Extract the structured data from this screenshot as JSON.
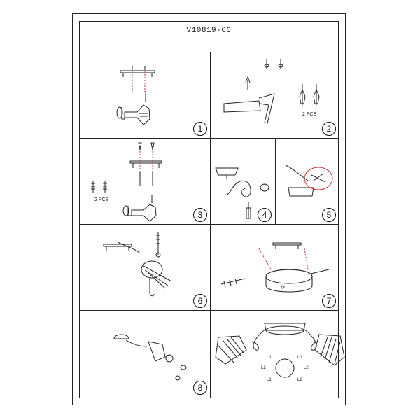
{
  "title": "V10819-6C",
  "steps": [
    "1",
    "2",
    "3",
    "4",
    "5",
    "6",
    "7",
    "8"
  ],
  "qty_labels": {
    "step2": "2 PCS",
    "step3": "2 PCS"
  },
  "lamp_labels": [
    "L1",
    "L1",
    "L2",
    "L2",
    "L1",
    "L2"
  ]
}
